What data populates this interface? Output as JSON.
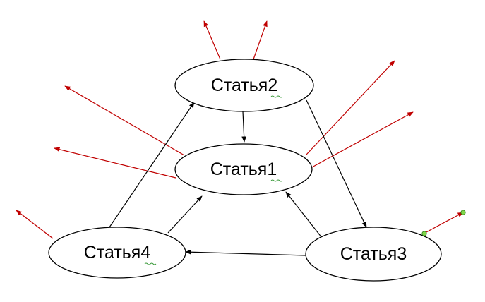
{
  "nodes": {
    "node2": {
      "label": "Статья2"
    },
    "node1": {
      "label": "Статья1"
    },
    "node4": {
      "label": "Статья4"
    },
    "node3": {
      "label": "Статья3"
    }
  },
  "colors": {
    "node_stroke": "#000000",
    "internal_link": "#000000",
    "external_link": "#c00000",
    "selection_handle": "#7fd64a"
  }
}
